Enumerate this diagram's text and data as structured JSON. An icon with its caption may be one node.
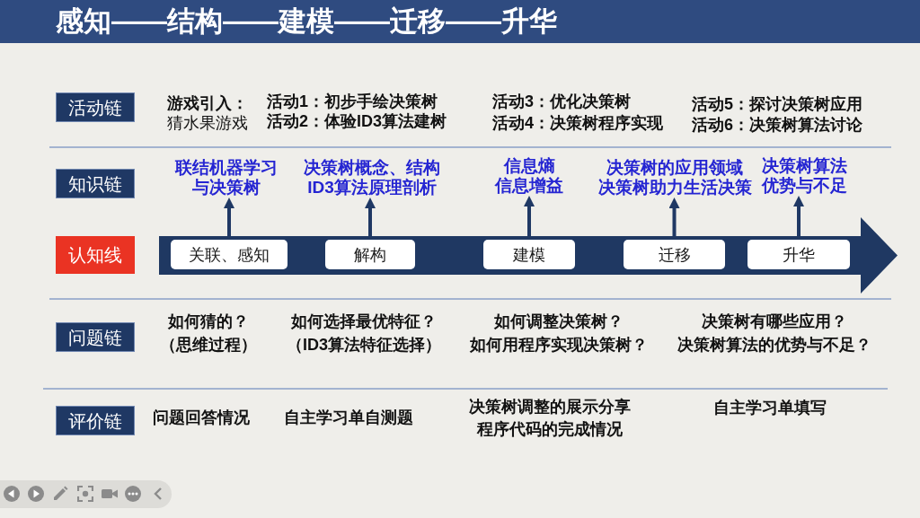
{
  "diagram": {
    "title": "感知——结构——建模——迁移——升华",
    "nodes": [
      {
        "text": [
          "活动链"
        ]
      },
      {
        "text": [
          "知识链"
        ]
      },
      {
        "text": [
          "联结机器学习与决策树"
        ]
      },
      {
        "text": [
          "决策树概念、结构",
          "ID3算法原理剖析"
        ]
      },
      {
        "text": [
          "信息熵",
          "信息增益"
        ]
      },
      {
        "text": [
          "决策树的应用领域",
          "决策树助力生活决策"
        ]
      },
      {
        "text": [
          "决策树算法优势与不足"
        ]
      },
      {
        "text": [
          "认知线"
        ]
      },
      {
        "text": [],
        "shape": "arrow"
      },
      {
        "text": [
          "关联、感知"
        ],
        "in": 8
      },
      {
        "text": [
          "解构"
        ],
        "in": 8
      },
      {
        "text": [
          "建模"
        ],
        "in": 8
      },
      {
        "text": [
          "迁移"
        ],
        "in": 8
      },
      {
        "text": [
          "升华"
        ],
        "in": 8
      },
      {
        "text": [
          "问题链"
        ]
      },
      {
        "text": [
          "评价链"
        ]
      }
    ],
    "edges": [
      {
        "from": 9,
        "to": 2,
        "arrow": "to"
      },
      {
        "from": 10,
        "to": 3,
        "arrow": "to"
      },
      {
        "from": 11,
        "to": 4,
        "arrow": "to"
      },
      {
        "from": 12,
        "to": 5,
        "arrow": "to"
      },
      {
        "from": 13,
        "to": 6,
        "arrow": "to"
      }
    ],
    "labels": [
      "游戏引入：",
      "猜水果游戏",
      "活动1：初步手绘决策树",
      "活动2：体验ID3算法建树",
      "活动3：优化决策树",
      "活动4：决策树程序实现",
      "活动5：探讨决策树应用",
      "活动6：决策树算法讨论",
      "如何猜的？",
      "（思维过程）",
      "如何选择最优特征？",
      "（ID3算法特征选择）",
      "如何调整决策树？",
      "如何用程序实现决策树？",
      "决策树有哪些应用？",
      "决策树算法的优势与不足？",
      "问题回答情况",
      "自主学习单自测题",
      "决策树调整的展示分享",
      "程序代码的完成情况",
      "自主学习单填写"
    ]
  }
}
